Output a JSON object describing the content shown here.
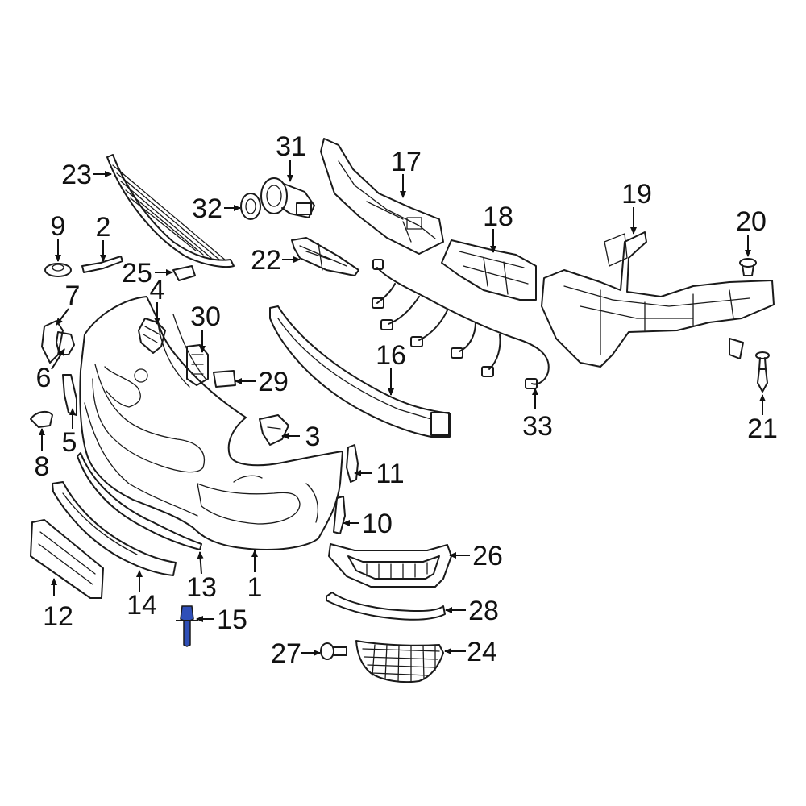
{
  "diagram": {
    "highlight_color": "#2f4fb8",
    "line_color": "#1a1a1a",
    "background": "#ffffff",
    "highlighted_part": "15",
    "callouts": [
      {
        "id": "c1",
        "label": "1"
      },
      {
        "id": "c2",
        "label": "2"
      },
      {
        "id": "c3",
        "label": "3"
      },
      {
        "id": "c4",
        "label": "4"
      },
      {
        "id": "c5",
        "label": "5"
      },
      {
        "id": "c6",
        "label": "6"
      },
      {
        "id": "c7",
        "label": "7"
      },
      {
        "id": "c8",
        "label": "8"
      },
      {
        "id": "c9",
        "label": "9"
      },
      {
        "id": "c10",
        "label": "10"
      },
      {
        "id": "c11",
        "label": "11"
      },
      {
        "id": "c12",
        "label": "12"
      },
      {
        "id": "c13",
        "label": "13"
      },
      {
        "id": "c14",
        "label": "14"
      },
      {
        "id": "c15",
        "label": "15"
      },
      {
        "id": "c16",
        "label": "16"
      },
      {
        "id": "c17",
        "label": "17"
      },
      {
        "id": "c18",
        "label": "18"
      },
      {
        "id": "c19",
        "label": "19"
      },
      {
        "id": "c20",
        "label": "20"
      },
      {
        "id": "c21",
        "label": "21"
      },
      {
        "id": "c22",
        "label": "22"
      },
      {
        "id": "c23",
        "label": "23"
      },
      {
        "id": "c24",
        "label": "24"
      },
      {
        "id": "c25",
        "label": "25"
      },
      {
        "id": "c26",
        "label": "26"
      },
      {
        "id": "c27",
        "label": "27"
      },
      {
        "id": "c28",
        "label": "28"
      },
      {
        "id": "c29",
        "label": "29"
      },
      {
        "id": "c30",
        "label": "30"
      },
      {
        "id": "c31",
        "label": "31"
      },
      {
        "id": "c32",
        "label": "32"
      },
      {
        "id": "c33",
        "label": "33"
      }
    ]
  }
}
